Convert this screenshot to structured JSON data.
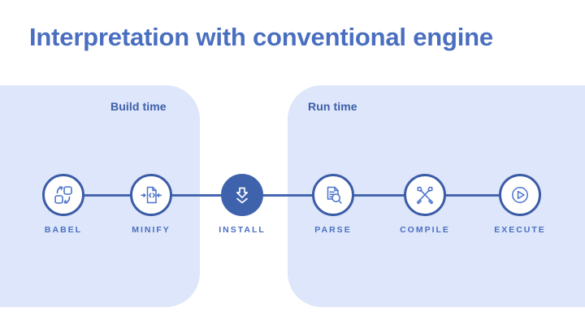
{
  "slide": {
    "title": "Interpretation with conventional engine",
    "background": "#ffffff",
    "title_color": "#4a6fc0"
  },
  "panels": [
    {
      "name": "build-time",
      "label": "Build time",
      "color": "#dde6fa"
    },
    {
      "name": "run-time",
      "label": "Run time",
      "color": "#dde6fa"
    }
  ],
  "pipeline": {
    "line_color": "#4667b0",
    "node_border_color": "#3b5ca6",
    "node_fill_color": "#3f62ad",
    "label_color": "#4a6fc0",
    "steps": [
      {
        "label": "BABEL",
        "icon": "transform-blocks-icon",
        "filled": false,
        "phase": "build-time"
      },
      {
        "label": "MINIFY",
        "icon": "code-document-compress-icon",
        "filled": false,
        "phase": "build-time"
      },
      {
        "label": "INSTALL",
        "icon": "download-arrow-icon",
        "filled": true,
        "phase": "between"
      },
      {
        "label": "PARSE",
        "icon": "document-magnifier-icon",
        "filled": false,
        "phase": "run-time"
      },
      {
        "label": "COMPILE",
        "icon": "tools-wrench-screwdriver-icon",
        "filled": false,
        "phase": "run-time"
      },
      {
        "label": "EXECUTE",
        "icon": "play-circle-icon",
        "filled": false,
        "phase": "run-time"
      }
    ]
  }
}
